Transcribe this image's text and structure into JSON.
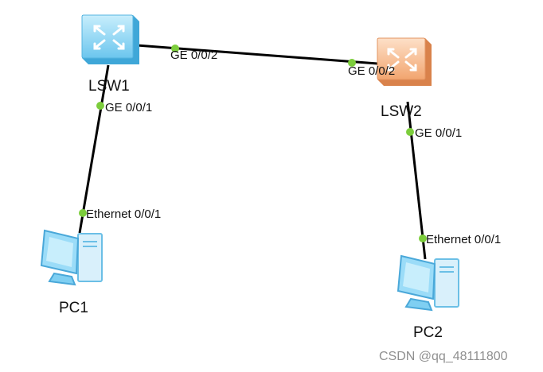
{
  "devices": {
    "lsw1": {
      "name": "LSW1",
      "icon": "switch-icon",
      "color": "#7fcff2"
    },
    "lsw2": {
      "name": "LSW2",
      "icon": "switch-icon",
      "color": "#f4b48a"
    },
    "pc1": {
      "name": "PC1",
      "icon": "pc-icon"
    },
    "pc2": {
      "name": "PC2",
      "icon": "pc-icon"
    }
  },
  "links": [
    {
      "from": "LSW1",
      "from_port": "GE 0/0/2",
      "to": "LSW2",
      "to_port": "GE 0/0/2"
    },
    {
      "from": "LSW1",
      "from_port": "GE 0/0/1",
      "to": "PC1",
      "to_port": "Ethernet 0/0/1"
    },
    {
      "from": "LSW2",
      "from_port": "GE 0/0/1",
      "to": "PC2",
      "to_port": "Ethernet 0/0/1"
    }
  ],
  "watermark": "CSDN @qq_48111800",
  "colors": {
    "link": "#000000",
    "port_dot": "#7ccd3c"
  }
}
